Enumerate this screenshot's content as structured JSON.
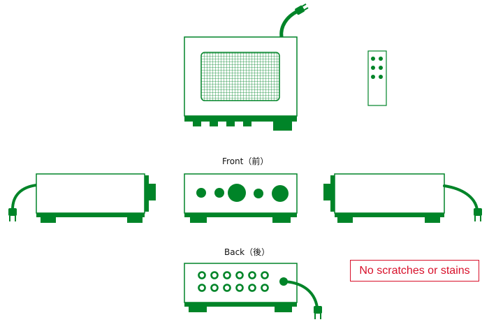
{
  "labels": {
    "front": "Front（前）",
    "back": "Back（後）"
  },
  "note": {
    "text": "No scratches or stains"
  },
  "colors": {
    "device": "#008428",
    "note": "#d8102a",
    "background": "#ffffff"
  },
  "icons": {
    "top_view": "amplifier-top-view",
    "remote": "remote-control",
    "left_side": "amplifier-left-side",
    "front_view": "amplifier-front-view",
    "right_side": "amplifier-right-side",
    "back_view": "amplifier-back-view",
    "plug": "power-plug"
  }
}
